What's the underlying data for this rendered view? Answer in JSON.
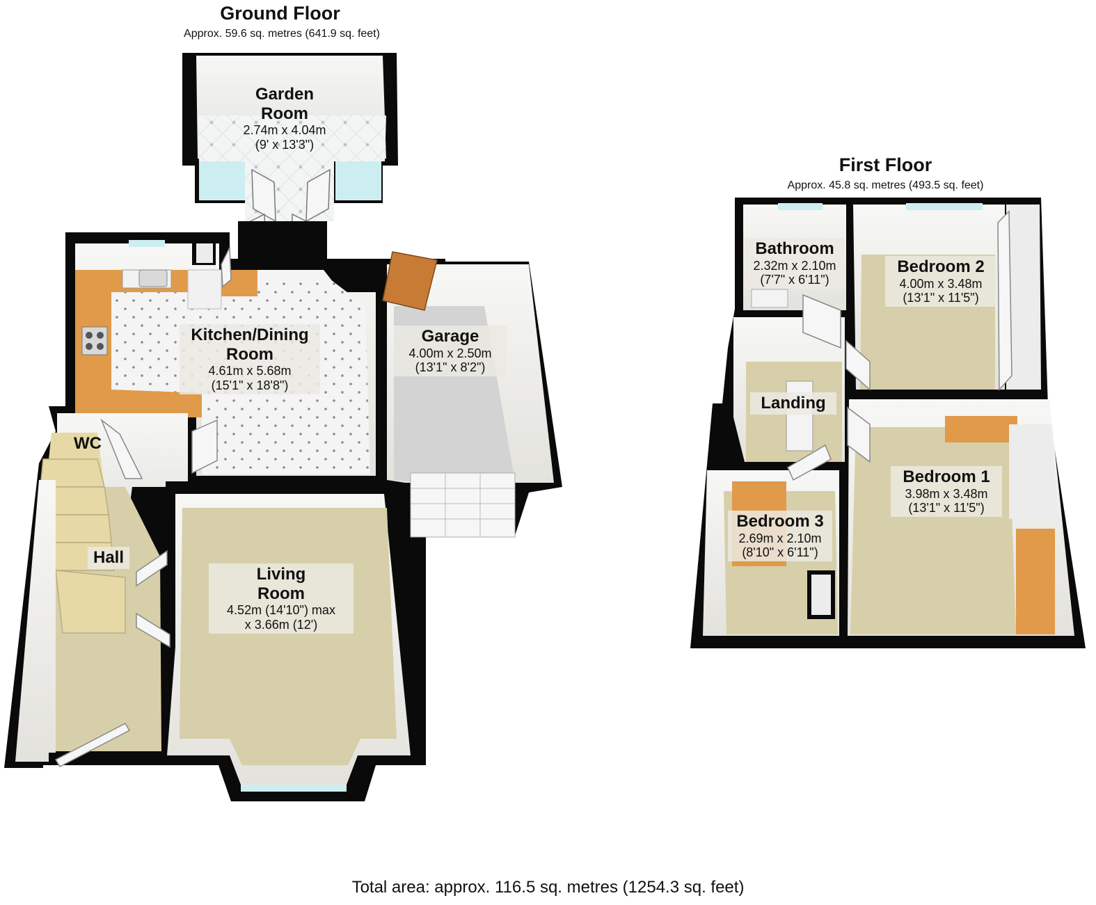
{
  "ground_floor": {
    "title": "Ground Floor",
    "area": "Approx. 59.6 sq. metres (641.9 sq. feet)",
    "rooms": [
      {
        "name_lines": [
          "Garden",
          "Room"
        ],
        "dims": [
          "2.74m x 4.04m",
          "(9' x 13'3\")"
        ]
      },
      {
        "name_lines": [
          "Kitchen/Dining",
          "Room"
        ],
        "dims": [
          "4.61m x 5.68m",
          "(15'1\" x 18'8\")"
        ]
      },
      {
        "name_lines": [
          "Garage"
        ],
        "dims": [
          "4.00m x 2.50m",
          "(13'1\" x 8'2\")"
        ]
      },
      {
        "name_lines": [
          "WC"
        ],
        "dims": []
      },
      {
        "name_lines": [
          "Hall"
        ],
        "dims": []
      },
      {
        "name_lines": [
          "Living",
          "Room"
        ],
        "dims": [
          "4.52m (14'10\") max",
          "x 3.66m (12')"
        ]
      }
    ]
  },
  "first_floor": {
    "title": "First Floor",
    "area": "Approx. 45.8 sq. metres (493.5 sq. feet)",
    "rooms": [
      {
        "name_lines": [
          "Bathroom"
        ],
        "dims": [
          "2.32m x 2.10m",
          "(7'7\" x 6'11\")"
        ]
      },
      {
        "name_lines": [
          "Bedroom 2"
        ],
        "dims": [
          "4.00m x 3.48m",
          "(13'1\" x 11'5\")"
        ]
      },
      {
        "name_lines": [
          "Landing"
        ],
        "dims": []
      },
      {
        "name_lines": [
          "Bedroom 1"
        ],
        "dims": [
          "3.98m x 3.48m",
          "(13'1\" x 11'5\")"
        ]
      },
      {
        "name_lines": [
          "Bedroom 3"
        ],
        "dims": [
          "2.69m x 2.10m",
          "(8'10\" x 6'11\")"
        ]
      }
    ]
  },
  "total_area": "Total area: approx. 116.5 sq. metres (1254.3 sq. feet)",
  "colors": {
    "wall": "#0a0a0a",
    "inner_wall": "#ecebe6",
    "carpet": "#d7cfa9",
    "tile_floor": "#f3f3f3",
    "garage_floor": "#d3d3d3",
    "worktop": "#e09a4a",
    "stairs": "#e6d9a6",
    "window_glass": "#cdeef0",
    "door": "#f6f6f6",
    "wood_door": "#c87b35"
  }
}
